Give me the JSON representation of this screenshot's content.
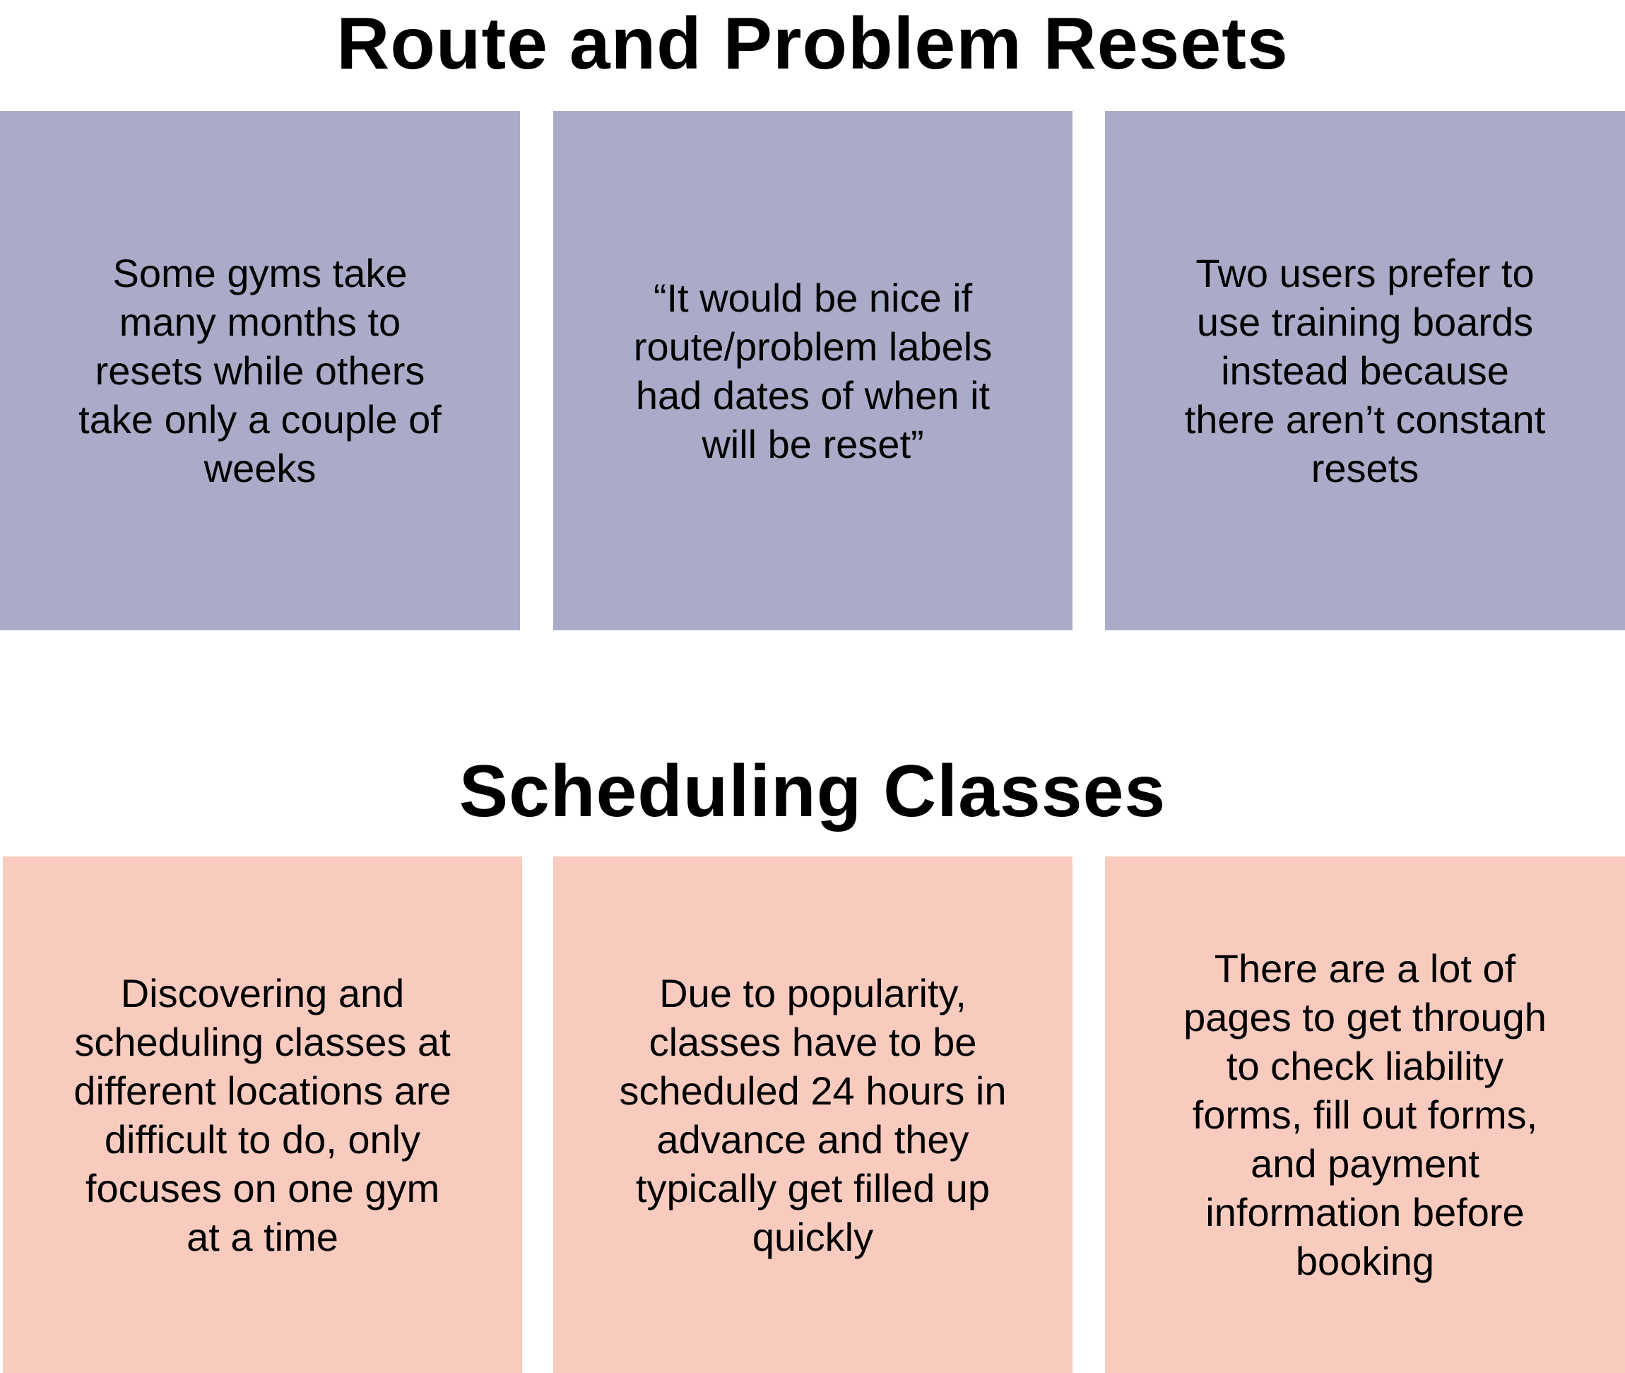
{
  "colors": {
    "resets_note": "#A9ABC8",
    "classes_note": "#F9CBBF",
    "background": "#FFFFFF",
    "text": "#000000"
  },
  "sections": [
    {
      "title": "Route and Problem Resets",
      "notes": [
        {
          "lines": [
            "Some gyms take",
            "many months to",
            "resets while others",
            "take only a couple of",
            "weeks"
          ]
        },
        {
          "lines": [
            "“It would be nice if",
            "route/problem labels",
            "had dates of when it",
            "will be reset”"
          ]
        },
        {
          "lines": [
            "Two users prefer to",
            "use training boards",
            "instead because",
            "there aren’t constant",
            "resets"
          ]
        }
      ]
    },
    {
      "title": "Scheduling Classes",
      "notes": [
        {
          "lines": [
            "Discovering and",
            "scheduling classes at",
            "different locations are",
            "difficult to do, only",
            "focuses on one gym",
            "at a time"
          ]
        },
        {
          "lines": [
            "Due to popularity,",
            "classes have to be",
            "scheduled 24 hours in",
            "advance and they",
            "typically get filled up",
            "quickly"
          ]
        },
        {
          "lines": [
            "There are a lot of",
            "pages to get through",
            "to check liability",
            "forms, fill out forms,",
            "and payment",
            "information before",
            "booking"
          ]
        }
      ]
    }
  ]
}
